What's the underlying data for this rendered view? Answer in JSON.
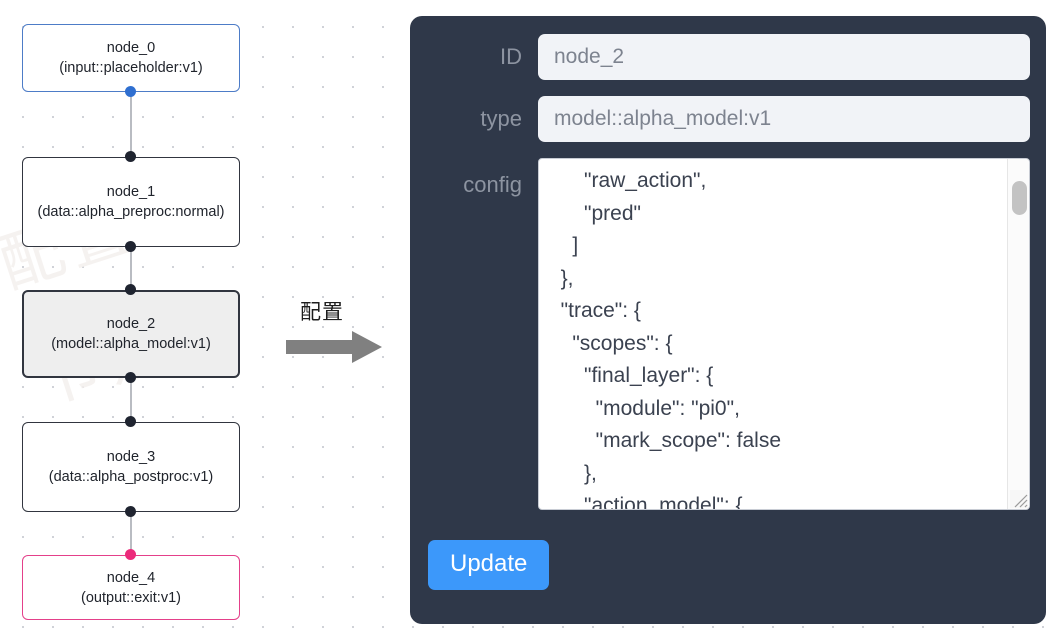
{
  "flow": {
    "nodes": [
      {
        "id": "node_0",
        "title": "node_0",
        "subtitle": "(input::placeholder:v1)",
        "state": "input",
        "border_color": "#4d7cc7"
      },
      {
        "id": "node_1",
        "title": "node_1",
        "subtitle": "(data::alpha_preproc:normal)",
        "state": "default",
        "border_color": "#31353f"
      },
      {
        "id": "node_2",
        "title": "node_2",
        "subtitle": "(model::alpha_model:v1)",
        "state": "selected",
        "border_color": "#31353f",
        "fill_color": "#eeeeee"
      },
      {
        "id": "node_3",
        "title": "node_3",
        "subtitle": "(data::alpha_postproc:v1)",
        "state": "default",
        "border_color": "#31353f"
      },
      {
        "id": "node_4",
        "title": "node_4",
        "subtitle": "(output::exit:v1)",
        "state": "output",
        "border_color": "#e4408a"
      }
    ],
    "edge_color": "#b9bcc2",
    "handle_color": "#1f2430"
  },
  "annotation": {
    "label": "配置",
    "arrow_color": "#808080",
    "arrow_icon": "right-arrow-icon"
  },
  "inspector": {
    "background_color": "#2f3849",
    "fields": {
      "id": {
        "label": "ID",
        "value": "node_2",
        "placeholder": "node id"
      },
      "type": {
        "label": "type",
        "value": "model::alpha_model:v1",
        "placeholder": "node type"
      },
      "config": {
        "label": "config",
        "placeholder": "config json"
      }
    },
    "config_text": "      \"raw_action\",\n      \"pred\"\n    ]\n  },\n  \"trace\": {\n    \"scopes\": {\n      \"final_layer\": {\n        \"module\": \"pi0\",\n        \"mark_scope\": false\n      },\n      \"action_model\": {",
    "scrollbar": {
      "name": "config-scrollbar",
      "thumb_position": "top"
    },
    "resize_handle": "resize-grip-icon",
    "update_button": {
      "label": "Update",
      "color": "#3c98fa"
    }
  },
  "watermark": {
    "line1": "配置",
    "line2": "节点"
  }
}
